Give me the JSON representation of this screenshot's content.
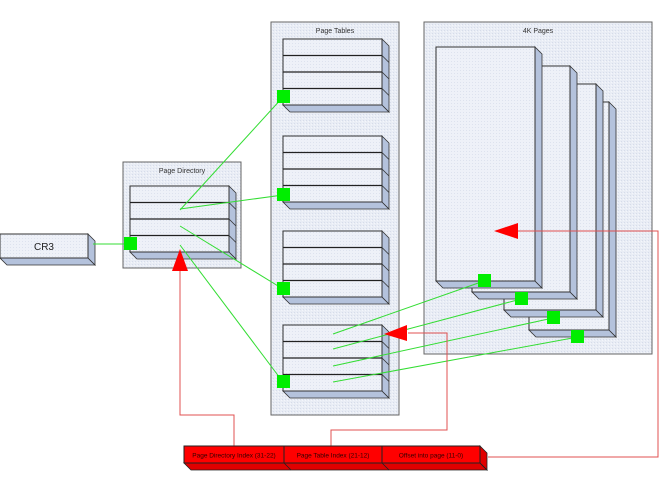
{
  "diagram": {
    "title": "x86 32-bit paging: CR3 → Page Directory → Page Tables → 4K Pages",
    "colors": {
      "panel_fill": "#e8ecf4",
      "panel_border": "#555555",
      "entry_fill": "#eef1f7",
      "entry_side": "#b4c2dc",
      "green": "#00ee00",
      "red": "#ff0000",
      "red_line": "#e05050",
      "green_line": "#33dd33"
    },
    "cr3": {
      "label": "CR3"
    },
    "page_directory": {
      "title": "Page Directory",
      "entries": 4
    },
    "page_tables": {
      "title": "Page Tables",
      "tables": 4,
      "entries_per_table": 4
    },
    "pages": {
      "title": "4K Pages",
      "count": 4
    },
    "linear_address": {
      "fields": [
        {
          "label": "Page Directory Index (31-22)"
        },
        {
          "label": "Page Table Index (21-12)"
        },
        {
          "label": "Offset into page (11-0)"
        }
      ]
    }
  }
}
